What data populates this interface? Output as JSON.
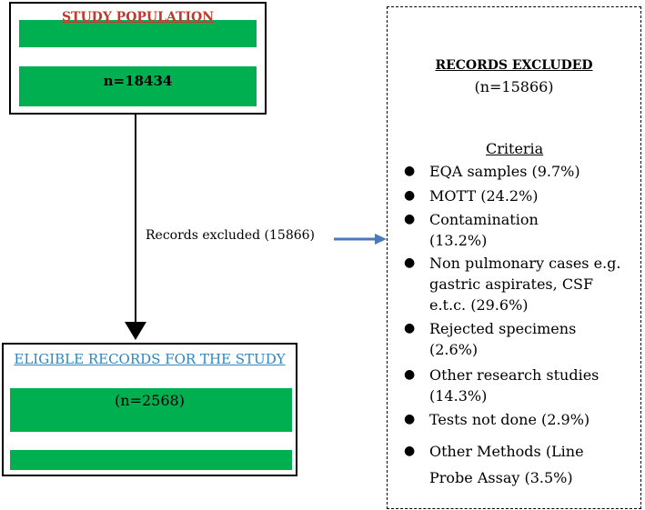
{
  "population": {
    "title": "STUDY POPULATION",
    "count": "n=18434"
  },
  "eligible": {
    "title": "ELIGIBLE RECORDS FOR THE STUDY",
    "count": "(n=2568)"
  },
  "excluded": {
    "title": "RECORDS EXCLUDED",
    "count": "(n=15866)",
    "criteria_heading": "Criteria",
    "criteria": [
      "EQA samples (9.7%)",
      "MOTT (24.2%)",
      "Contamination (13.2%)",
      "Non pulmonary cases e.g. gastric aspirates, CSF e.t.c. (29.6%)",
      "Rejected specimens (2.6%)",
      "Other research studies (14.3%)",
      "Tests not done (2.9%)",
      "Other Methods (Line Probe Assay (3.5%)"
    ]
  },
  "arrow": {
    "label": "Records excluded (15866)"
  },
  "colors": {
    "box_fill": "#00b050",
    "population_title": "#c0392b",
    "eligible_title": "#2e86c1",
    "arrow": "#4a7ab8"
  }
}
